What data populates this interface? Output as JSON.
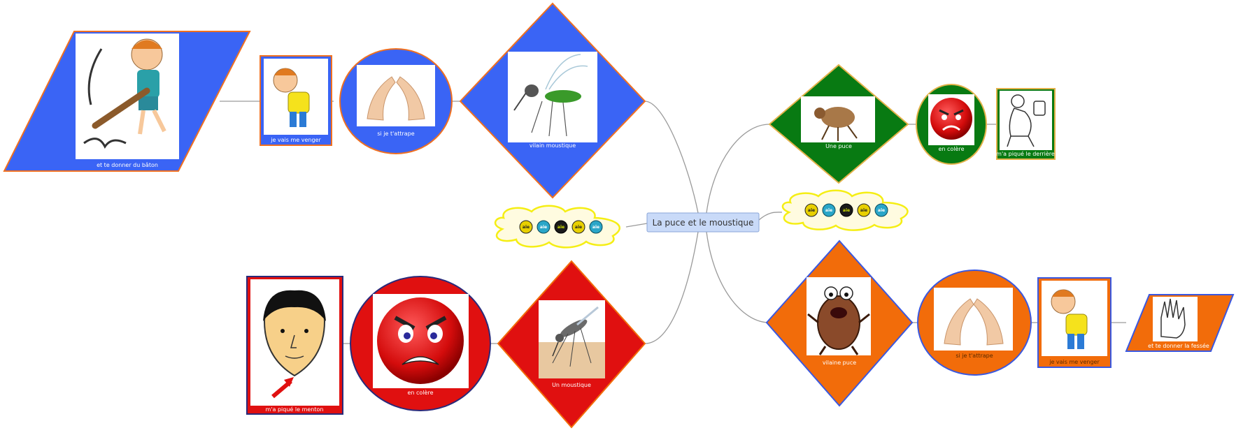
{
  "central_topic": "La puce et le moustique",
  "badge_text": "aïe",
  "colors": {
    "blue": "#3a64f5",
    "green": "#087a12",
    "red": "#e01010",
    "orange": "#f26c0a",
    "border_orange": "#f07020",
    "border_blue": "#3a58e0",
    "border_navy": "#2a2a7a",
    "border_gold": "#e2b24a"
  },
  "branches": {
    "top_left": {
      "node_1": "vilain moustique",
      "node_2": "si je t'attrape",
      "node_3": "je vais me venger",
      "node_4": "et te donner du bâton"
    },
    "top_right": {
      "node_1": "Une puce",
      "node_2": "en colère",
      "node_3": "m'a piqué le derrière"
    },
    "bottom_left": {
      "node_1": "Un moustique",
      "node_2": "en colère",
      "node_3": "m'a piqué le menton"
    },
    "bottom_right": {
      "node_1": "vilaine puce",
      "node_2": "si je t'attrape",
      "node_3": "je vais me venger",
      "node_4": "et te donner la fessée"
    }
  }
}
